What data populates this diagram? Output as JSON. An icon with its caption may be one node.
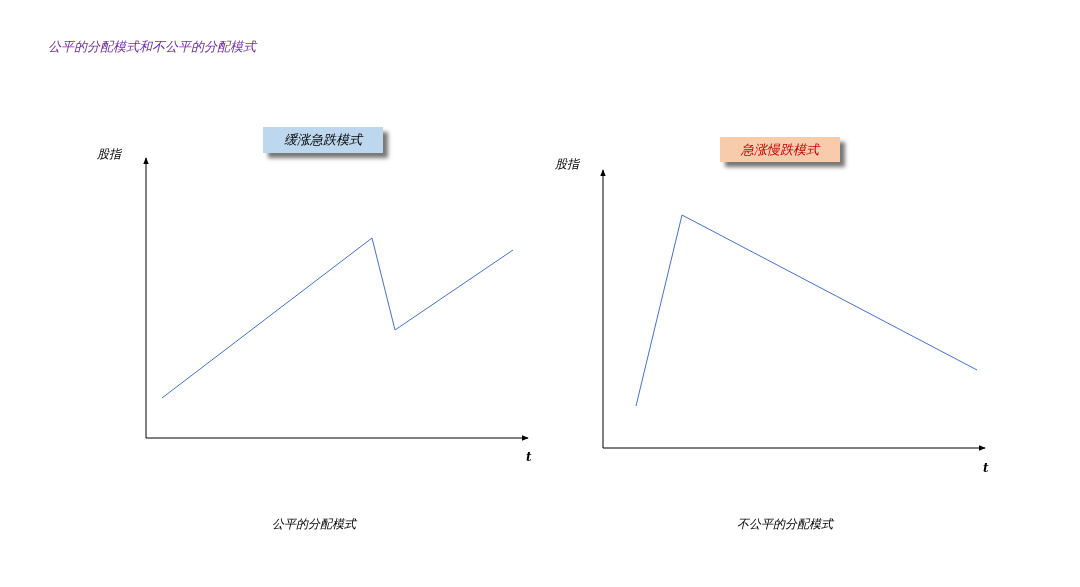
{
  "diagram": {
    "title": "公平的分配模式和不公平的分配模式",
    "nodes": [
      {
        "text": [
          "缓涨急跌模式"
        ]
      },
      {
        "text": [
          "急涨慢跌模式"
        ]
      }
    ],
    "edges": [],
    "labels": [
      "股指",
      "t",
      "公平的分配模式",
      "股指",
      "t",
      "不公平的分配模式"
    ]
  }
}
